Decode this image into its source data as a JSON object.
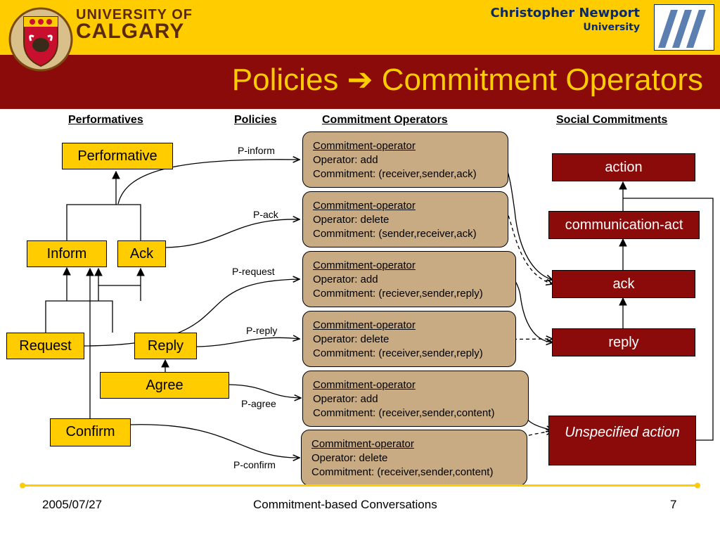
{
  "header": {
    "institution_left": {
      "line1": "UNIVERSITY OF",
      "line2": "CALGARY"
    },
    "institution_right": {
      "name": "Christopher Newport",
      "sub": "University"
    },
    "colors": {
      "maroon": "#8b0a0a",
      "gold": "#ffcc00",
      "navy": "#0a2a6a"
    }
  },
  "slide": {
    "title_left": "Policies",
    "title_arrow": "➔",
    "title_right": "Commitment Operators"
  },
  "columns": {
    "performatives": "Performatives",
    "policies": "Policies",
    "operators": "Commitment Operators",
    "social": "Social Commitments"
  },
  "performatives": {
    "performative": "Performative",
    "inform": "Inform",
    "ack": "Ack",
    "request": "Request",
    "reply": "Reply",
    "agree": "Agree",
    "confirm": "Confirm"
  },
  "policies": {
    "p_inform": "P-inform",
    "p_ack": "P-ack",
    "p_request": "P-request",
    "p_reply": "P-reply",
    "p_agree": "P-agree",
    "p_confirm": "P-confirm"
  },
  "operators": [
    {
      "title": "Commitment-operator",
      "operator": "Operator: add",
      "commitment": "Commitment: (receiver,sender,ack)"
    },
    {
      "title": "Commitment-operator",
      "operator": "Operator: delete",
      "commitment": "Commitment: (sender,receiver,ack)"
    },
    {
      "title": "Commitment-operator",
      "operator": "Operator: add",
      "commitment": "Commitment: (reciever,sender,reply)"
    },
    {
      "title": "Commitment-operator",
      "operator": "Operator: delete",
      "commitment": "Commitment: (receiver,sender,reply)"
    },
    {
      "title": "Commitment-operator",
      "operator": "Operator: add",
      "commitment": "Commitment: (receiver,sender,content)"
    },
    {
      "title": "Commitment-operator",
      "operator": "Operator: delete",
      "commitment": "Commitment: (receiver,sender,content)"
    }
  ],
  "social": {
    "action": "action",
    "communication_act": "communication-act",
    "ack": "ack",
    "reply": "reply",
    "unspecified": "Unspecified action"
  },
  "footer": {
    "date": "2005/07/27",
    "title": "Commitment-based Conversations",
    "page": "7"
  }
}
